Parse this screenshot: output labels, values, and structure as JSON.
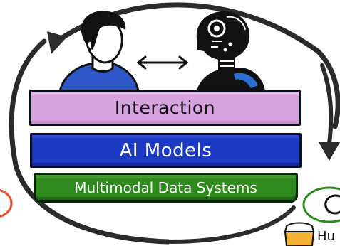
{
  "diagram": {
    "layers": [
      {
        "label": "Interaction",
        "color": "#d7a3df"
      },
      {
        "label": "AI Models",
        "color": "#1d3ac4"
      },
      {
        "label": "Multimodal Data Systems",
        "color": "#2f8a1e"
      }
    ],
    "figures": {
      "human": "human-figure",
      "robot": "robot-figure",
      "connector": "double-arrow-icon"
    },
    "cycle_colors": {
      "loop_arrow": "#2b2b2b",
      "left_badge": "#e0502a",
      "right_badge": "#2f8a1e",
      "human_shirt": "#2f57c8",
      "robot_accent": "#2b6fd6"
    },
    "bottom_right_label": "Hu"
  }
}
